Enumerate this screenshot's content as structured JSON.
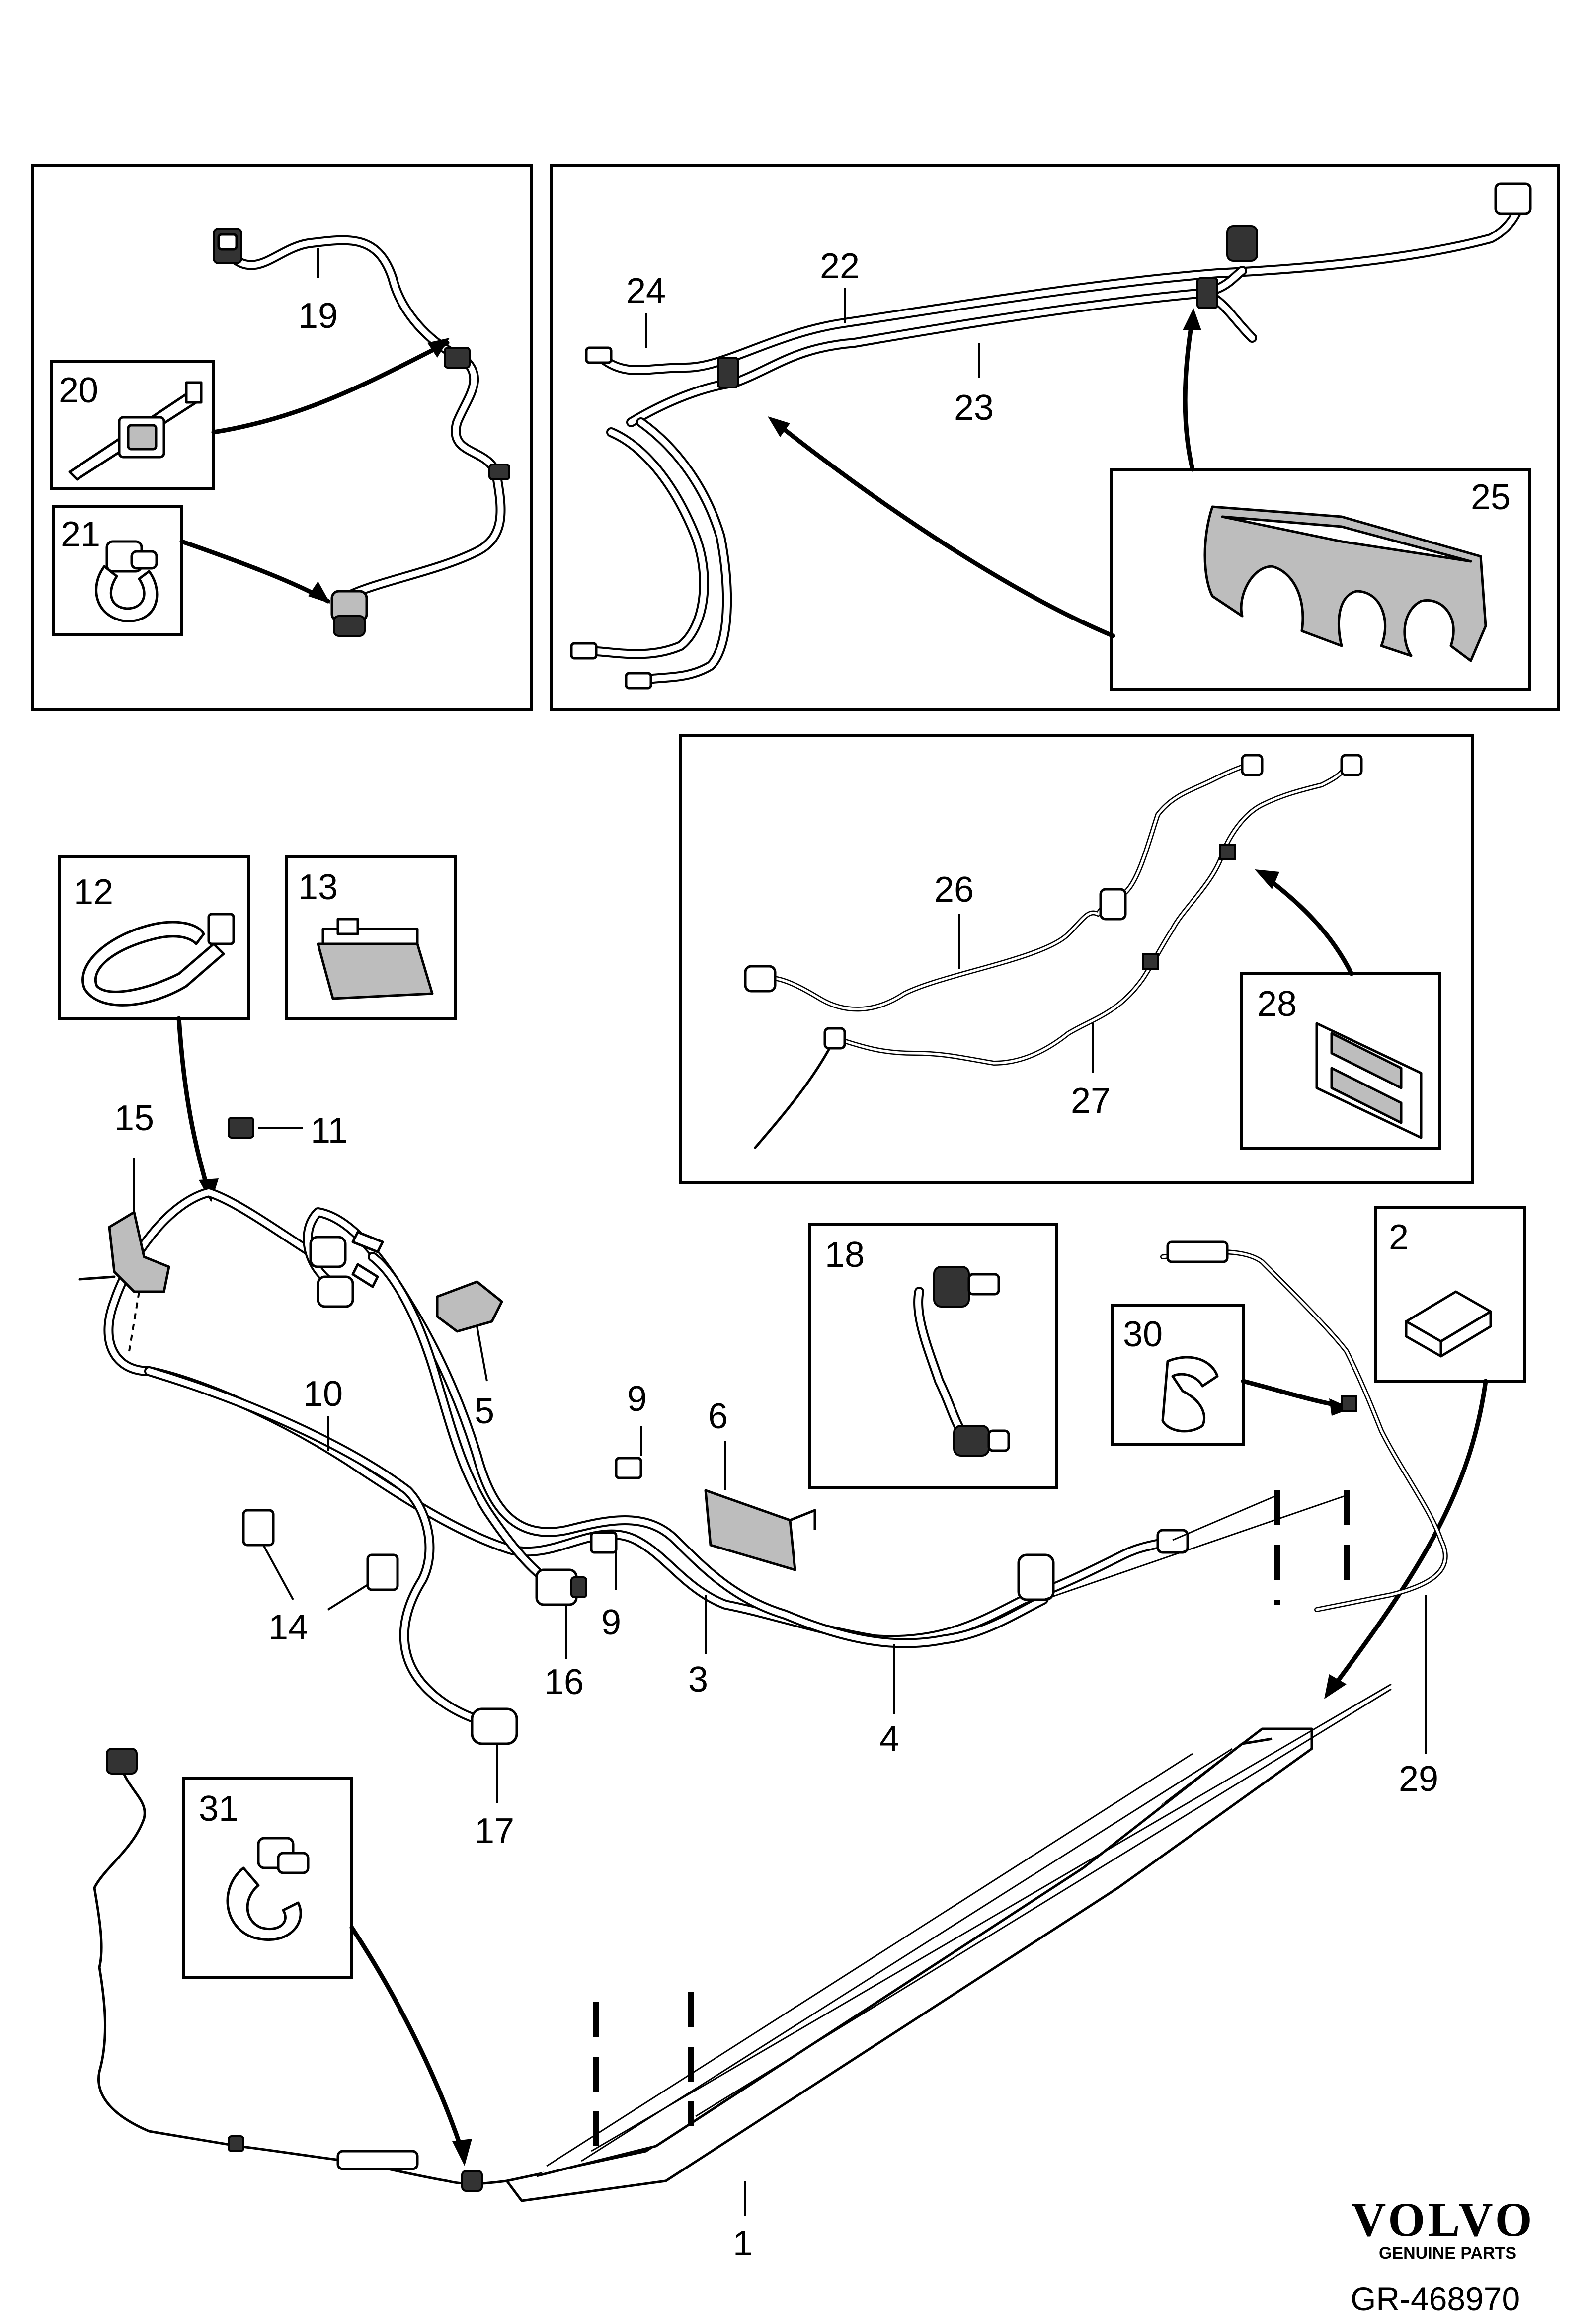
{
  "callouts": {
    "c1": "1",
    "c2": "2",
    "c3": "3",
    "c4": "4",
    "c5": "5",
    "c6": "6",
    "c9a": "9",
    "c9b": "9",
    "c10": "10",
    "c11": "11",
    "c12": "12",
    "c13": "13",
    "c14": "14",
    "c15": "15",
    "c16": "16",
    "c17": "17",
    "c18": "18",
    "c19": "19",
    "c20": "20",
    "c21": "21",
    "c22": "22",
    "c23": "23",
    "c24": "24",
    "c25": "25",
    "c26": "26",
    "c27": "27",
    "c28": "28",
    "c29": "29",
    "c30": "30",
    "c31": "31"
  },
  "footer": {
    "logo_text": "VOLVO",
    "logo_subtext": "GENUINE PARTS",
    "reference": "GR-468970"
  }
}
